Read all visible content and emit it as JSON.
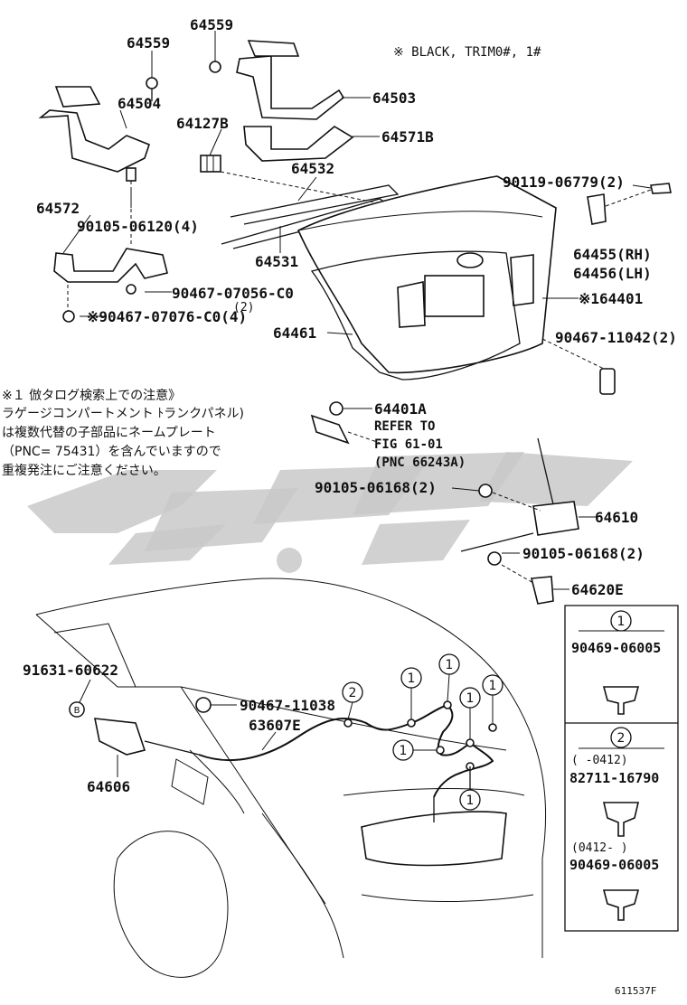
{
  "note_black": "※ BLACK, TRIM0#, 1#",
  "labels": {
    "p64559a": "64559",
    "p64559b": "64559",
    "p64504": "64504",
    "p64503": "64503",
    "p64127B": "64127B",
    "p64571B": "64571B",
    "p64532": "64532",
    "p90119": "90119-06779(2)",
    "p64572": "64572",
    "p90105a": "90105-06120(4)",
    "p64531": "64531",
    "p64455": "64455(RH)",
    "p64456": "64456(LH)",
    "p90467_07056": "90467-07056-C0",
    "p90467_07056_qty": "(2)",
    "p64401": "※164401",
    "p90467_07076": "※90467-07076-C0(4)",
    "p64461": "64461",
    "p90467_11042": "90467-11042(2)",
    "p64401A": "64401A",
    "refer1": "REFER TO",
    "refer2": "FIG 61-01",
    "refer3": "(PNC 66243A)",
    "p90105_06168a": "90105-06168(2)",
    "p64610": "64610",
    "p90105_06168b": "90105-06168(2)",
    "p64620E": "64620E",
    "p91631": "91631-60622",
    "p90467_11038": "90467-11038",
    "p63607E": "63607E",
    "p64606": "64606",
    "box1_title": "1",
    "box1_part": "90469-06005",
    "box2_title": "2",
    "box2_range1": "(    -0412)",
    "box2_part1": "82711-16790",
    "box2_range2": "(0412-    )",
    "box2_part2": "90469-06005",
    "circle1": "1",
    "circle2": "2",
    "b_mark": "B",
    "ref_code": "611537F"
  },
  "jp_note": [
    "※１ 倣タログ検索上での注意》",
    "ラゲージコンパートメント ﾄランクパネル)",
    "は複数代替の子部品にネームプレート",
    "（PNC= 75431）を含んでいますので",
    "重複発注にご注意ください。"
  ]
}
